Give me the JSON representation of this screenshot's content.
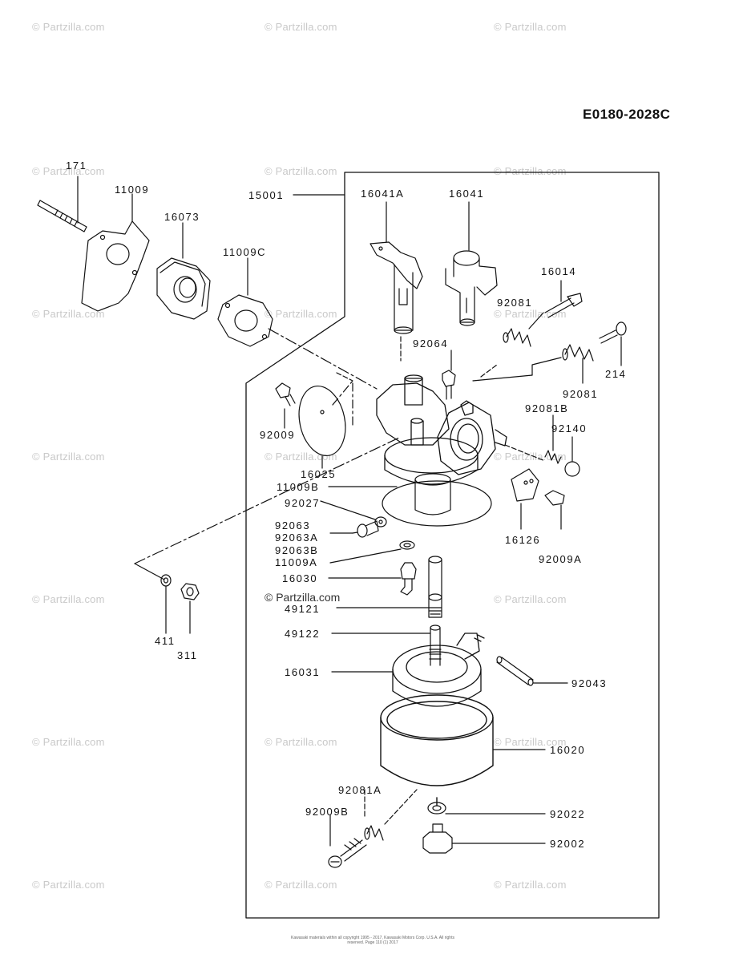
{
  "diagram_code": "E0180-2028C",
  "watermark": "© Partzilla.com",
  "part_labels": {
    "p171": "171",
    "p11009": "11009",
    "p16073": "16073",
    "p11009C": "11009C",
    "p15001": "15001",
    "p16041A": "16041A",
    "p16041": "16041",
    "p16014": "16014",
    "p92081": "92081",
    "p92081b": "92081",
    "p214": "214",
    "p92064": "92064",
    "p92081B": "92081B",
    "p92140": "92140",
    "p92009": "92009",
    "p16025": "16025",
    "p11009B": "11009B",
    "p92027": "92027",
    "p92063": "92063",
    "p92063A": "92063A",
    "p92063B": "92063B",
    "p11009A": "11009A",
    "p16030": "16030",
    "p16126": "16126",
    "p92009A": "92009A",
    "p49121": "49121",
    "p49122": "49122",
    "p411": "411",
    "p311": "311",
    "p16031": "16031",
    "p92043": "92043",
    "p16020": "16020",
    "p92081A": "92081A",
    "p92009B": "92009B",
    "p92022": "92022",
    "p92002": "92002"
  },
  "footer": "Kawasaki materials within all copyright 1995 - 2017, Kawasaki Motors Corp. U.S.A. All rights reserved. Page 110 (1) 2017"
}
